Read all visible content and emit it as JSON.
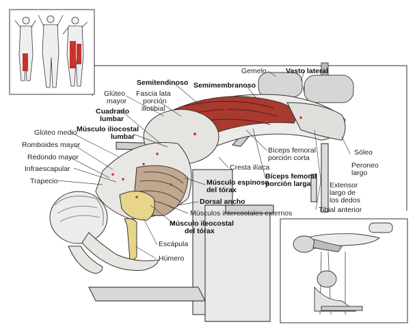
{
  "labels": {
    "gemelo": "Gemelo",
    "vasto_lateral": "Vasto lateral",
    "semitendinoso": "Semitendinoso",
    "semimembranoso": "Semimembranoso",
    "gluteo_mayor_1": "Glúteo",
    "gluteo_mayor_2": "mayor",
    "fascia_lata_1": "Fascia lata",
    "fascia_lata_2": "porción",
    "fascia_lata_3": "iliotibial",
    "cuadrado_lumbar_1": "Cuadrado",
    "cuadrado_lumbar_2": "lumbar",
    "iliocostal_lumbar_1": "Músculo iliocostal",
    "iliocostal_lumbar_2": "lumbar",
    "gluteo_medio": "Glúteo medio",
    "romboides_mayor": "Romboides mayor",
    "redondo_mayor": "Redondo mayor",
    "infraescapular": "Infraescapular",
    "trapecio": "Trapecio",
    "biceps_corta_1": "Bíceps femoral",
    "biceps_corta_2": "porción corta",
    "soleo": "Sóleo",
    "peroneo_1": "Peroneo",
    "peroneo_2": "largo",
    "cresta_iliaca": "Cresta ilíaca",
    "biceps_larga_1": "Bíceps femoral",
    "biceps_larga_2": "porción larga",
    "espinoso_1": "Músculo espinoso",
    "espinoso_2": "del tórax",
    "extensor_1": "Extensor",
    "extensor_2": "largo de",
    "extensor_3": "los dedos",
    "dorsal_ancho": "Dorsal ancho",
    "tibial_anterior": "Tibial anterior",
    "intercostales": "Músculos intercostales externos",
    "iliocostal_torax_1": "Músculo ileocostal",
    "iliocostal_torax_2": "del tórax",
    "escapula": "Escápula",
    "humero": "Húmero"
  },
  "colors": {
    "muscle_red": "#c8322c",
    "muscle_dark": "#7a2a22",
    "bone": "#e6d58a",
    "skin": "#ecebe8",
    "line": "#333333",
    "machine": "#d9d9d9"
  },
  "icons": {
    "thumbnail": "anatomy-figures-icon",
    "inset": "exercise-photo-icon"
  }
}
